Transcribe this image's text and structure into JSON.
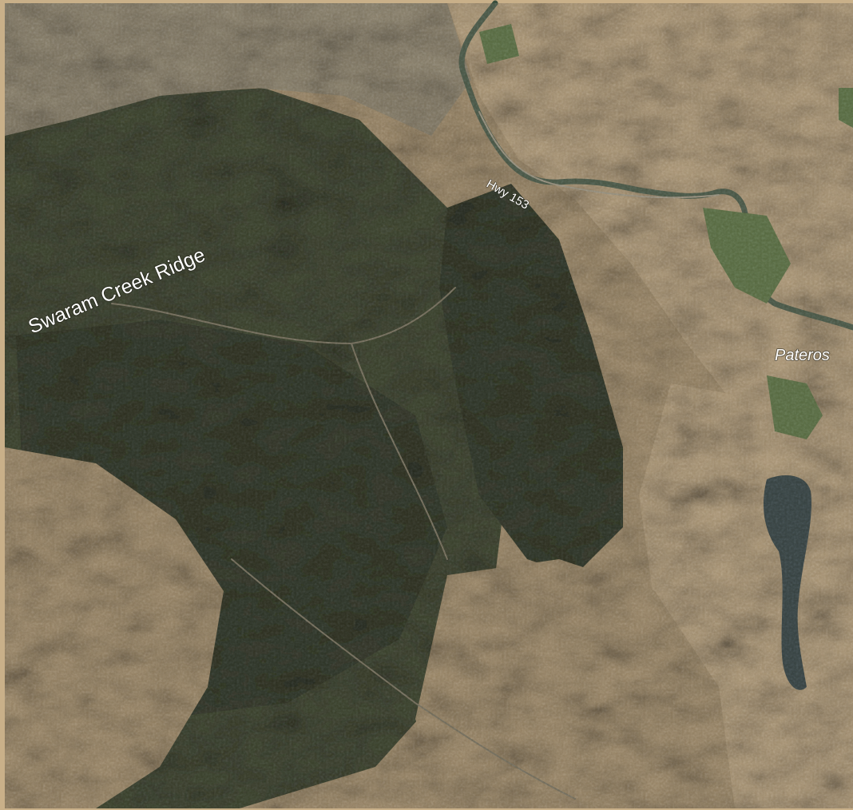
{
  "map": {
    "type": "satellite-terrain",
    "colors": {
      "frame": "#c9b089",
      "dry_slope": "#a58f6c",
      "light_slope": "#b9a27e",
      "forest": "#2a3520",
      "dark_forest": "#1c2616",
      "river": "#3a4f3e",
      "lake": "#23353a",
      "farmland": "#4e6a3a",
      "label": "#ffffff"
    },
    "labels": {
      "ridge": "Swaram Creek Ridge",
      "highway": "Hwy 153",
      "town": "Pateros"
    }
  }
}
